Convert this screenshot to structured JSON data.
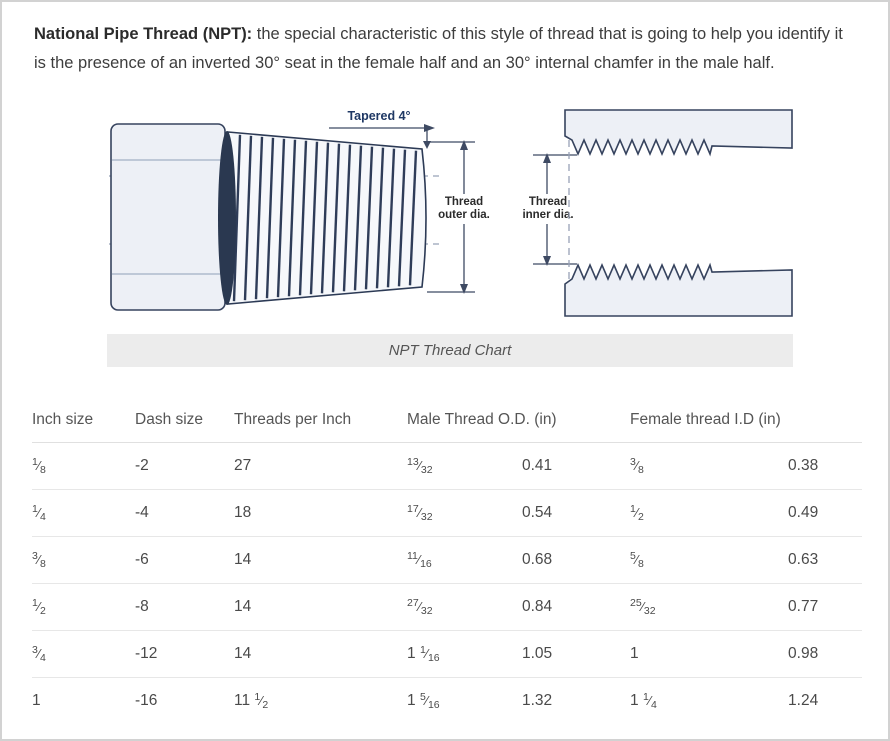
{
  "intro": {
    "lead": "National Pipe Thread (NPT):",
    "body": " the special characteristic of this style of thread that is going to help you identify it is the presence of an inverted 30° seat in the female half and an 30° internal chamfer in the male half."
  },
  "diagram": {
    "labels": {
      "tapered": "Tapered 4°",
      "outer_lines": [
        "Thread",
        "outer dia."
      ],
      "inner_lines": [
        "Thread",
        "inner dia."
      ]
    },
    "caption": "NPT Thread Chart"
  },
  "table": {
    "headers": [
      "Inch size",
      "Dash size",
      "Threads per Inch",
      "Male Thread O.D. (in)",
      "Female thread I.D (in)"
    ],
    "rows": [
      {
        "inch": "1/8",
        "dash": "-2",
        "tpi": "27",
        "male_od_frac": "13/32",
        "male_od_dec": "0.41",
        "female_id_frac": "3/8",
        "female_id_dec": "0.38"
      },
      {
        "inch": "1/4",
        "dash": "-4",
        "tpi": "18",
        "male_od_frac": "17/32",
        "male_od_dec": "0.54",
        "female_id_frac": "1/2",
        "female_id_dec": "0.49"
      },
      {
        "inch": "3/8",
        "dash": "-6",
        "tpi": "14",
        "male_od_frac": "11/16",
        "male_od_dec": "0.68",
        "female_id_frac": "5/8",
        "female_id_dec": "0.63"
      },
      {
        "inch": "1/2",
        "dash": "-8",
        "tpi": "14",
        "male_od_frac": "27/32",
        "male_od_dec": "0.84",
        "female_id_frac": "25/32",
        "female_id_dec": "0.77"
      },
      {
        "inch": "3/4",
        "dash": "-12",
        "tpi": "14",
        "male_od_frac": "1 1/16",
        "male_od_dec": "1.05",
        "female_id_frac": "1",
        "female_id_dec": "0.98"
      },
      {
        "inch": "1",
        "dash": "-16",
        "tpi": "11 1/2",
        "male_od_frac": "1 5/16",
        "male_od_dec": "1.32",
        "female_id_frac": "1 1/4",
        "female_id_dec": "1.24"
      }
    ]
  },
  "colors": {
    "label_navy": "#1f3864",
    "drawing_ink": "#36435e",
    "fitting_fill": "#edf0f6",
    "caption_background": "#ececec",
    "table_border": "#e7e7e7"
  }
}
